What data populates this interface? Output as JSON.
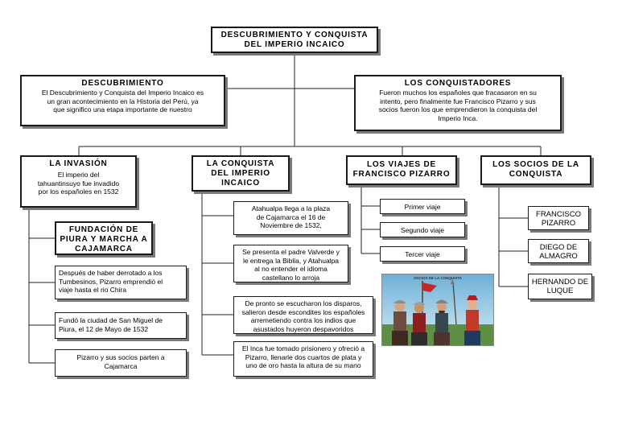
{
  "root": {
    "line1": "DESCUBRIMIENTO Y CONQUISTA",
    "line2": "DEL IMPERIO INCAICO"
  },
  "descubrimiento": {
    "title": "DESCUBRIMIENTO",
    "lines": [
      "El Descubrimiento y Conquista del Imperio Incaico es",
      "un gran acontecimiento en la Historia del Perú, ya",
      "que significo una etapa importante de nuestro"
    ]
  },
  "conquistadores": {
    "title": "LOS CONQUISTADORES",
    "lines": [
      "Fueron muchos los españoles que fracasaron en su",
      "intento, pero finalmente fue Francisco Pizarro y sus",
      "socios fueron los que emprendieron la conquista del",
      "Imperio Inca."
    ]
  },
  "invasion": {
    "title": "LA INVASIÓN",
    "lines": [
      "El imperio del",
      "tahuantinsuyo fue invadido",
      "por los españoles en 1532"
    ]
  },
  "fundacion": {
    "lines": [
      "FUNDACIÓN DE",
      "PIURA Y MARCHA A",
      "CAJAMARCA"
    ]
  },
  "inv_items": [
    {
      "lines": [
        "Después de haber derrotado a los",
        "Tumbesinos, Pizarro emprendió el",
        "viaje hasta el rio Chira"
      ]
    },
    {
      "lines": [
        "Fundó la ciudad de San Miguel de",
        "Piura, el 12 de Mayo de 1532"
      ]
    },
    {
      "lines": [
        "Pizarro y sus socios parten a",
        "Cajamarca"
      ]
    }
  ],
  "conquista": {
    "lines": [
      "LA CONQUISTA",
      "DEL IMPERIO",
      "INCAICO"
    ]
  },
  "conq_items": [
    {
      "lines": [
        "Atahualpa llega a la plaza",
        "de Cajamarca el 16 de",
        "Noviembre de 1532,"
      ]
    },
    {
      "lines": [
        "Se presenta el padre Valverde y",
        "le entrega la Biblia, y Atahualpa",
        "al no entender el idioma",
        "castellano lo arroja"
      ]
    },
    {
      "lines": [
        "De pronto se escucharon los disparos,",
        "salieron desde escondites los españoles",
        "arremetiendo contra los indios que",
        "asustados huyeron despavoridos"
      ]
    },
    {
      "lines": [
        "El Inca fue tomado prisionero y ofreció a",
        "Pizarro, llenarle dos cuartos de plata y",
        "uno de oro hasta la altura de su mano"
      ]
    }
  ],
  "viajes": {
    "lines": [
      "LOS VIAJES DE",
      "FRANCISCO PIZARRO"
    ]
  },
  "viaje_items": [
    "Primer viaje",
    "Segundo viaje",
    "Tercer viaje"
  ],
  "socios": {
    "lines": [
      "LOS SOCIOS DE LA",
      "CONQUISTA"
    ]
  },
  "socio_items": [
    {
      "lines": [
        "FRANCISCO",
        "PIZARRO"
      ]
    },
    {
      "lines": [
        "DIEGO DE",
        "ALMAGRO"
      ]
    },
    {
      "lines": [
        "HERNANDO DE",
        "LUQUE"
      ]
    }
  ],
  "picture": {
    "caption": "SOCIOS DE LA CONQUISTA"
  }
}
